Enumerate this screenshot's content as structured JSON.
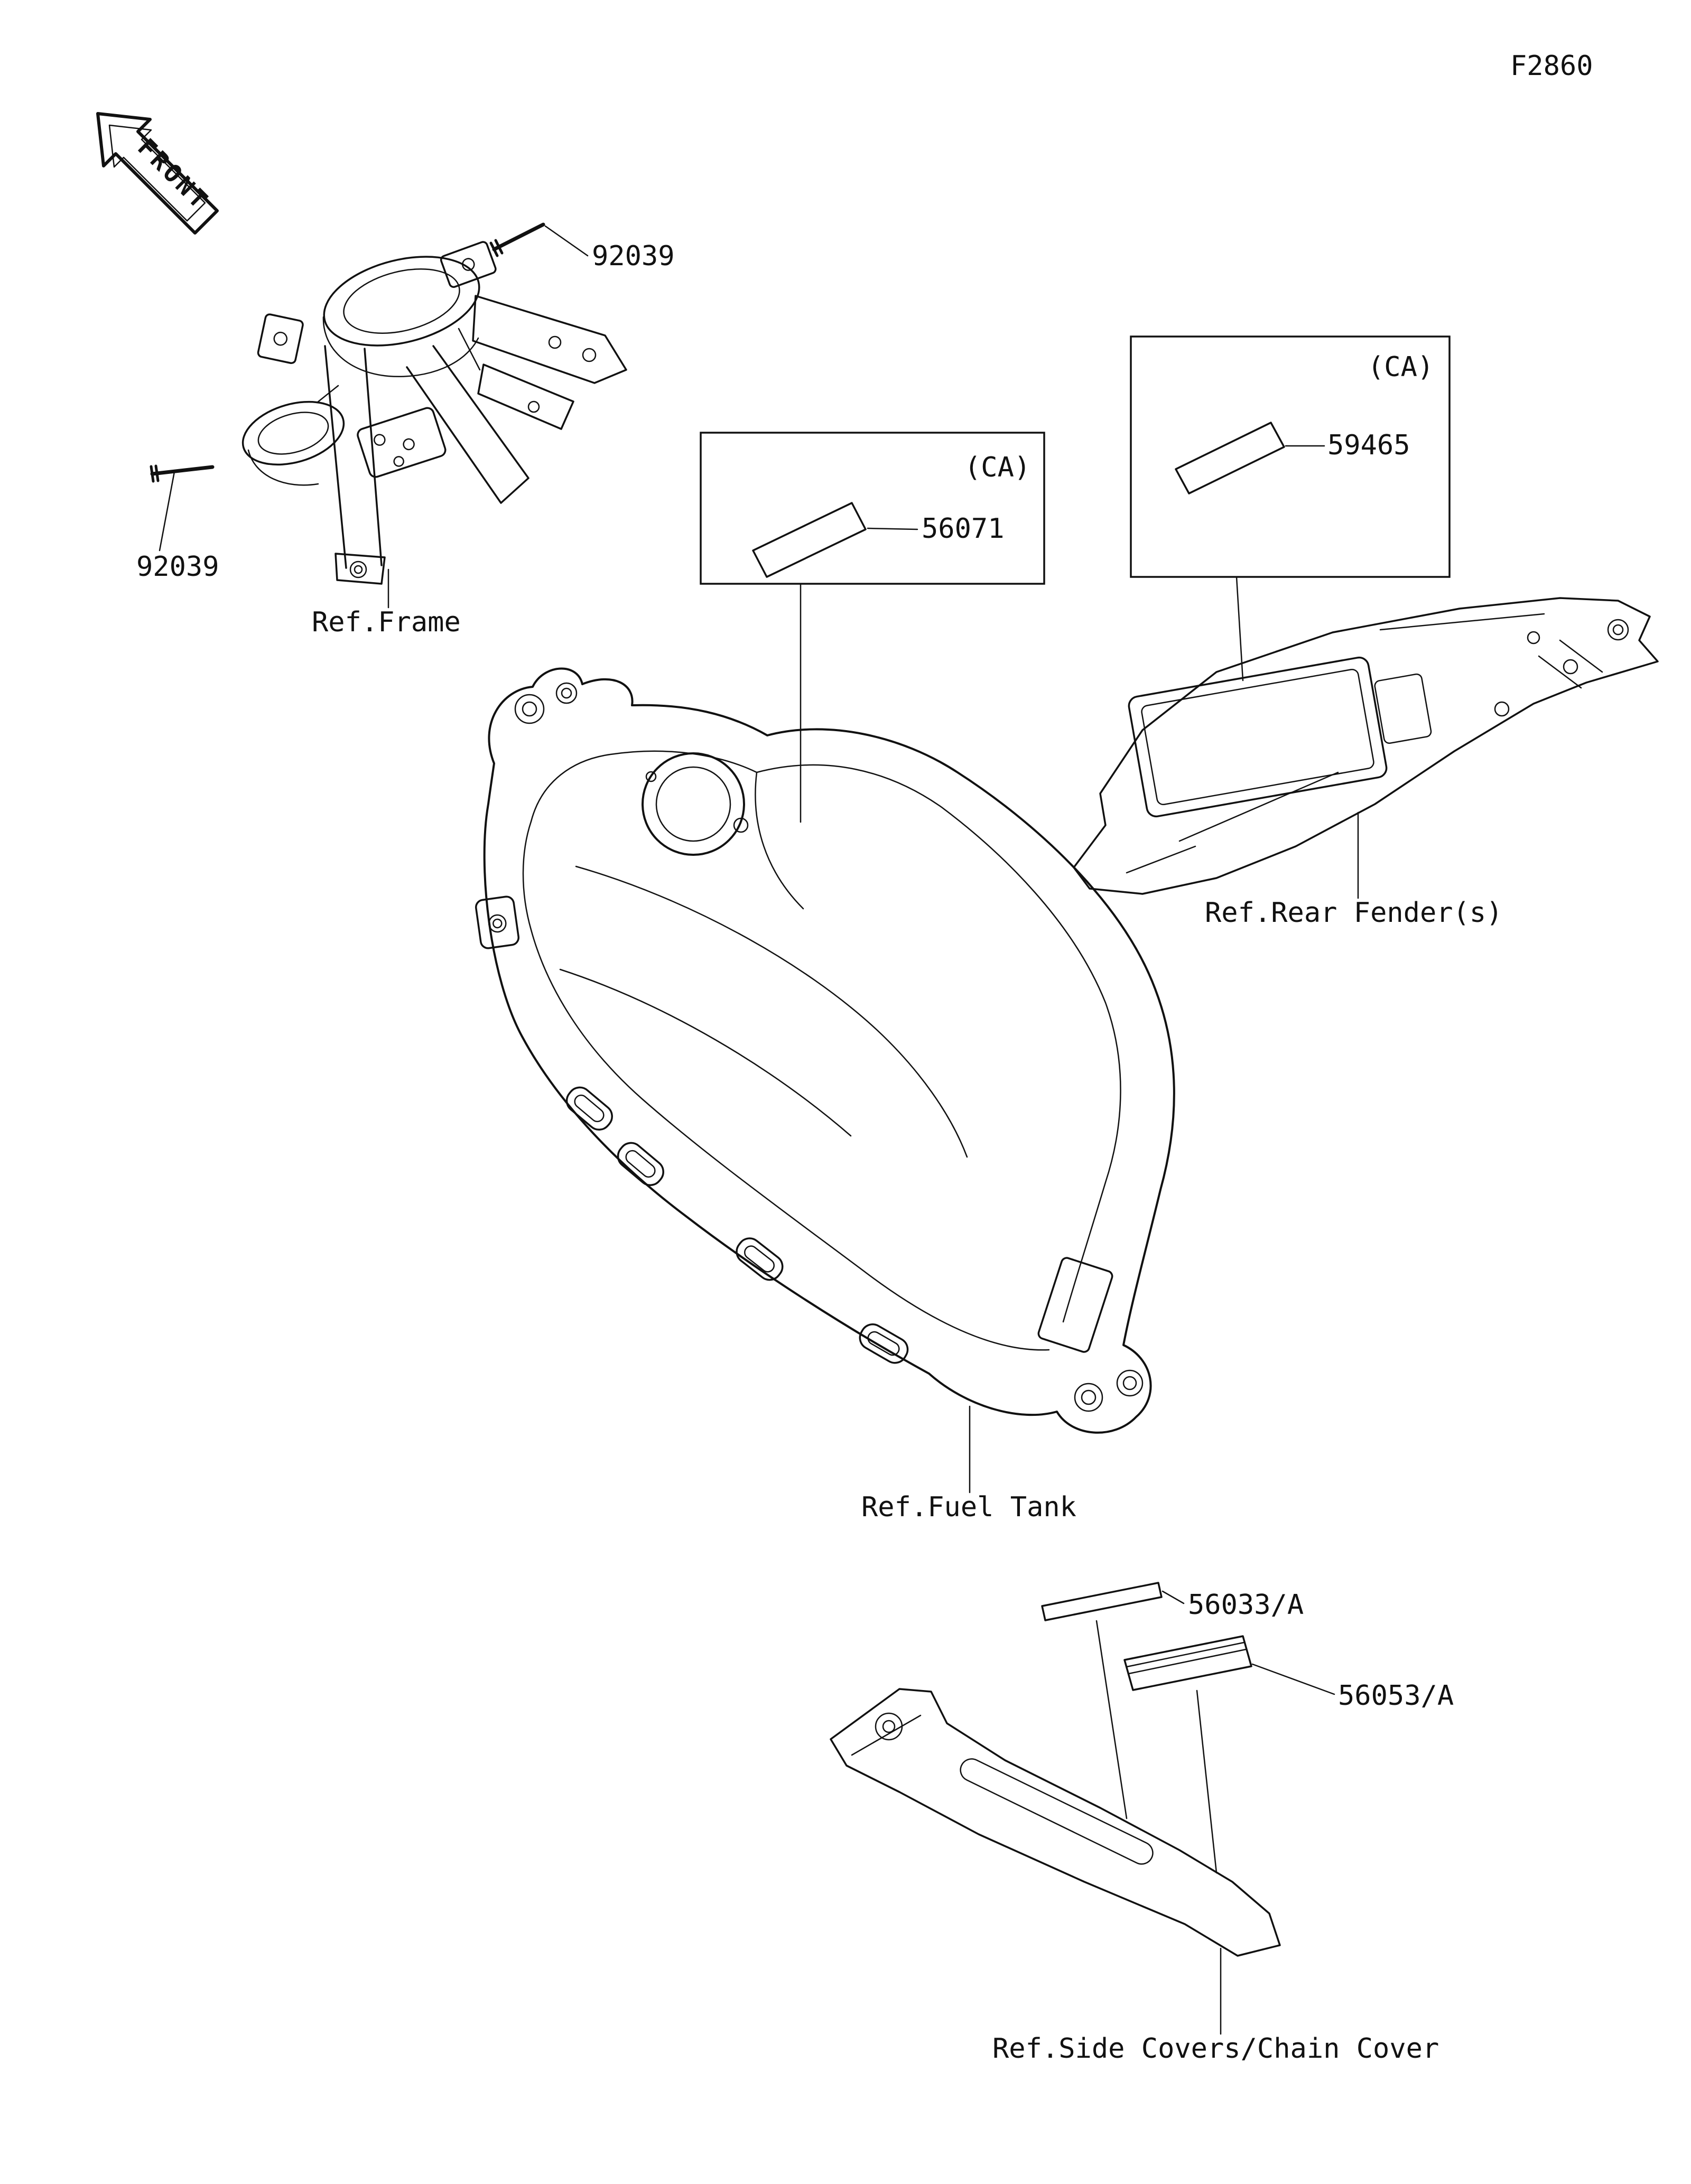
{
  "page": {
    "code": "F2860"
  },
  "front": {
    "label": "FRONT"
  },
  "frame": {
    "ref": "Ref.Frame",
    "pin_top_part": "92039",
    "pin_left_part": "92039"
  },
  "fuel_tank": {
    "ref": "Ref.Fuel Tank",
    "region": "(CA)",
    "part": "56071"
  },
  "rear_fender": {
    "ref": "Ref.Rear Fender(s)",
    "region": "(CA)",
    "part": "59465"
  },
  "side_covers": {
    "ref": "Ref.Side Covers/Chain Cover",
    "part1": "56033/A",
    "part2": "56053/A"
  }
}
